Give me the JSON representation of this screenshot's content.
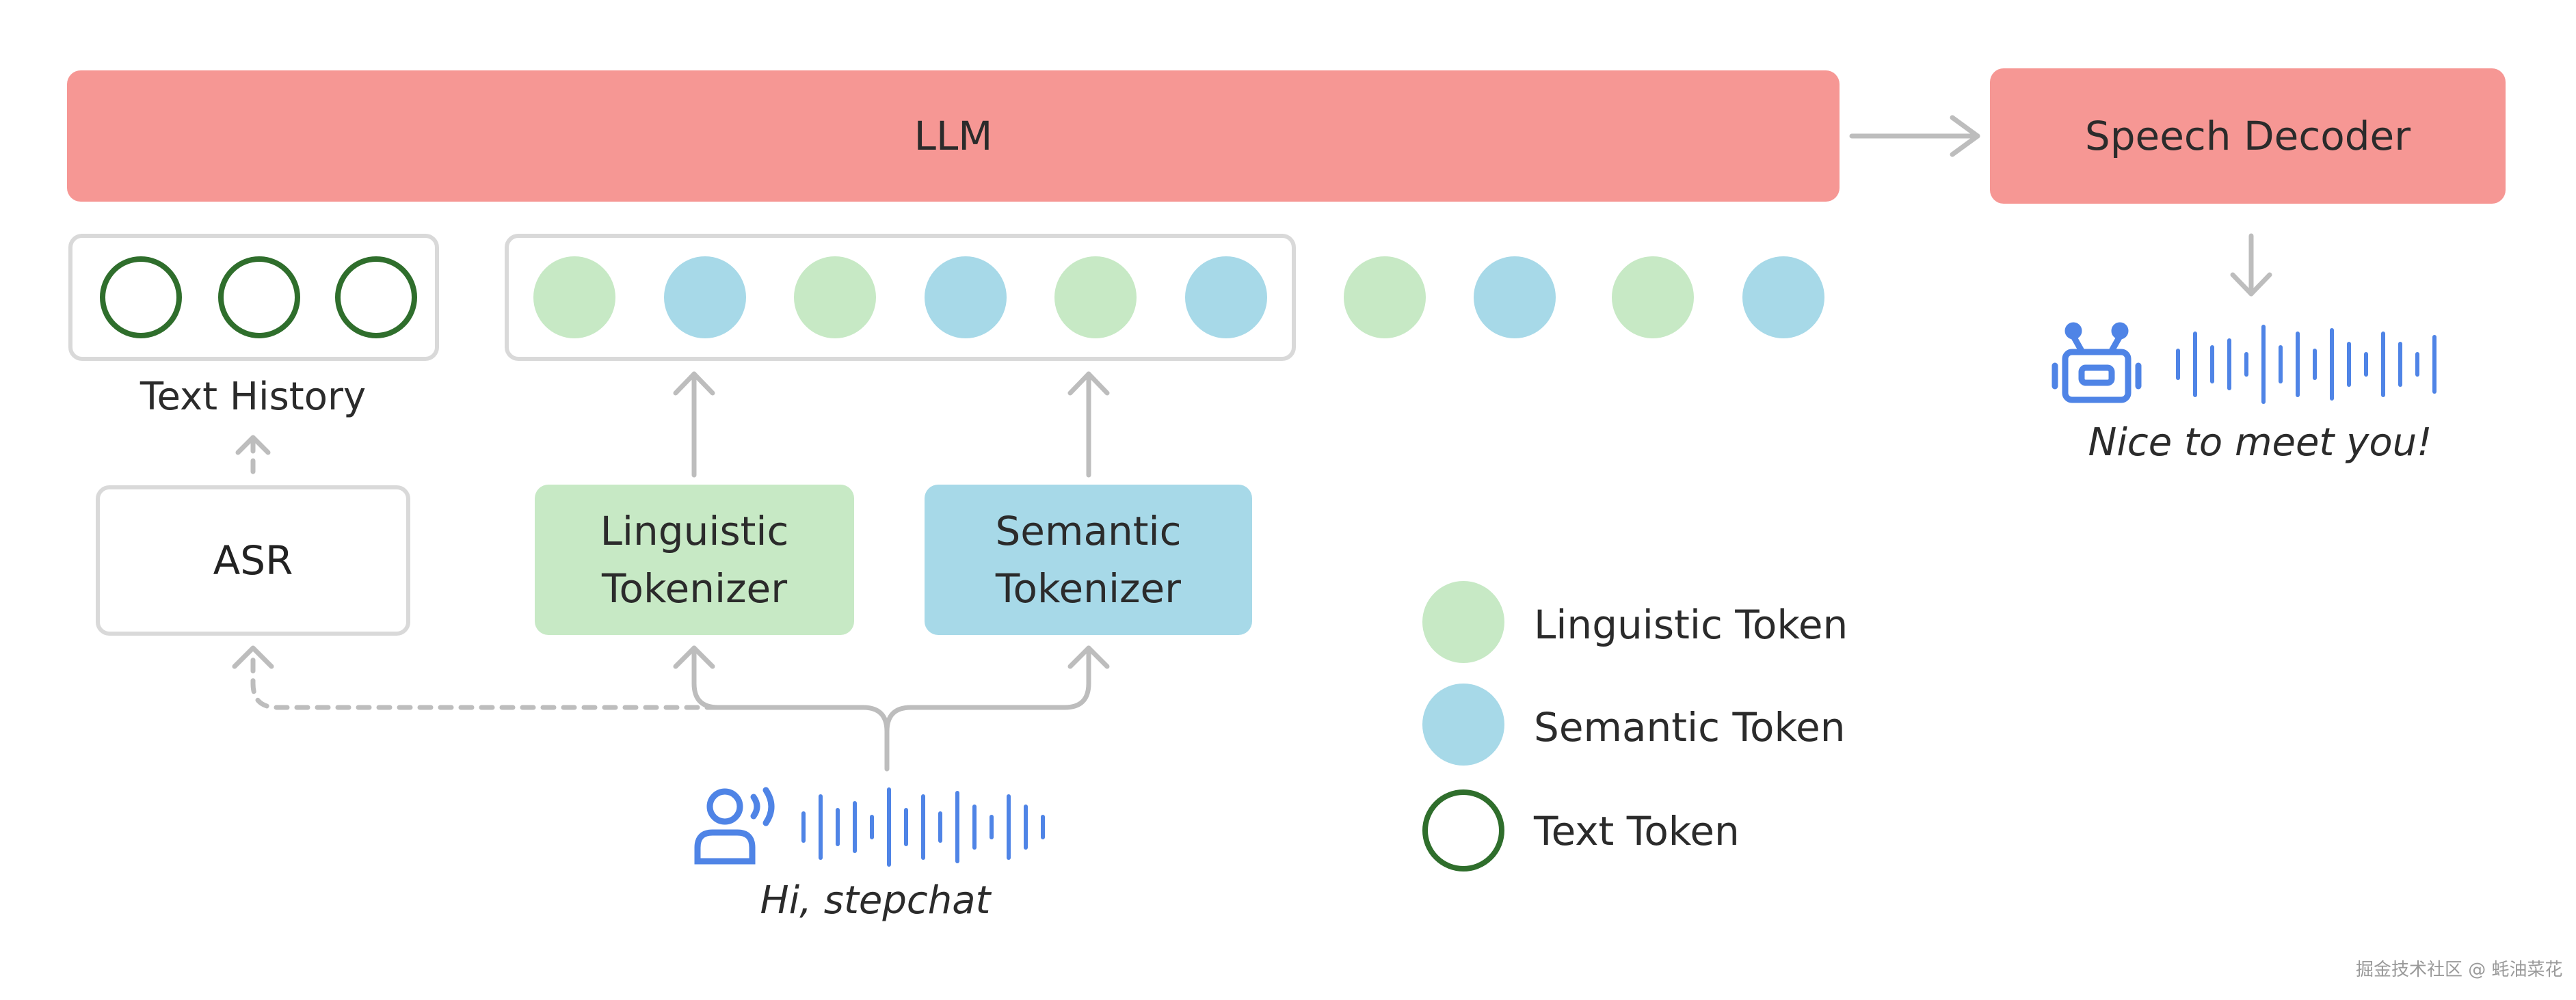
{
  "llm": {
    "label": "LLM"
  },
  "speech_decoder": {
    "label": "Speech Decoder"
  },
  "text_history": {
    "label": "Text History"
  },
  "asr": {
    "label": "ASR"
  },
  "linguistic_tokenizer": {
    "line1": "Linguistic",
    "line2": "Tokenizer"
  },
  "semantic_tokenizer": {
    "line1": "Semantic",
    "line2": "Tokenizer"
  },
  "input_utterance": {
    "text": "Hi, stepchat"
  },
  "output_utterance": {
    "text": "Nice to meet you!"
  },
  "legend": [
    {
      "label": "Linguistic Token",
      "type": "linguistic"
    },
    {
      "label": "Semantic Token",
      "type": "semantic"
    },
    {
      "label": "Text Token",
      "type": "text"
    }
  ],
  "token_sequence": [
    "linguistic",
    "semantic",
    "linguistic",
    "semantic",
    "linguistic",
    "semantic",
    "linguistic",
    "semantic",
    "linguistic",
    "semantic"
  ],
  "text_history_tokens": [
    "text",
    "text",
    "text"
  ],
  "icons": {
    "user": "speaking-user-icon",
    "robot": "robot-icon",
    "waveform": "audio-waveform-icon"
  },
  "colors": {
    "llm": "#f69794",
    "linguistic": "#c7e9c5",
    "semantic": "#a7d9e8",
    "text_token_border": "#2f6e2c",
    "icon_blue": "#4f84e6",
    "arrow_gray": "#bdbdbd"
  },
  "watermark": "掘金技术社区 @ 蚝油菜花"
}
